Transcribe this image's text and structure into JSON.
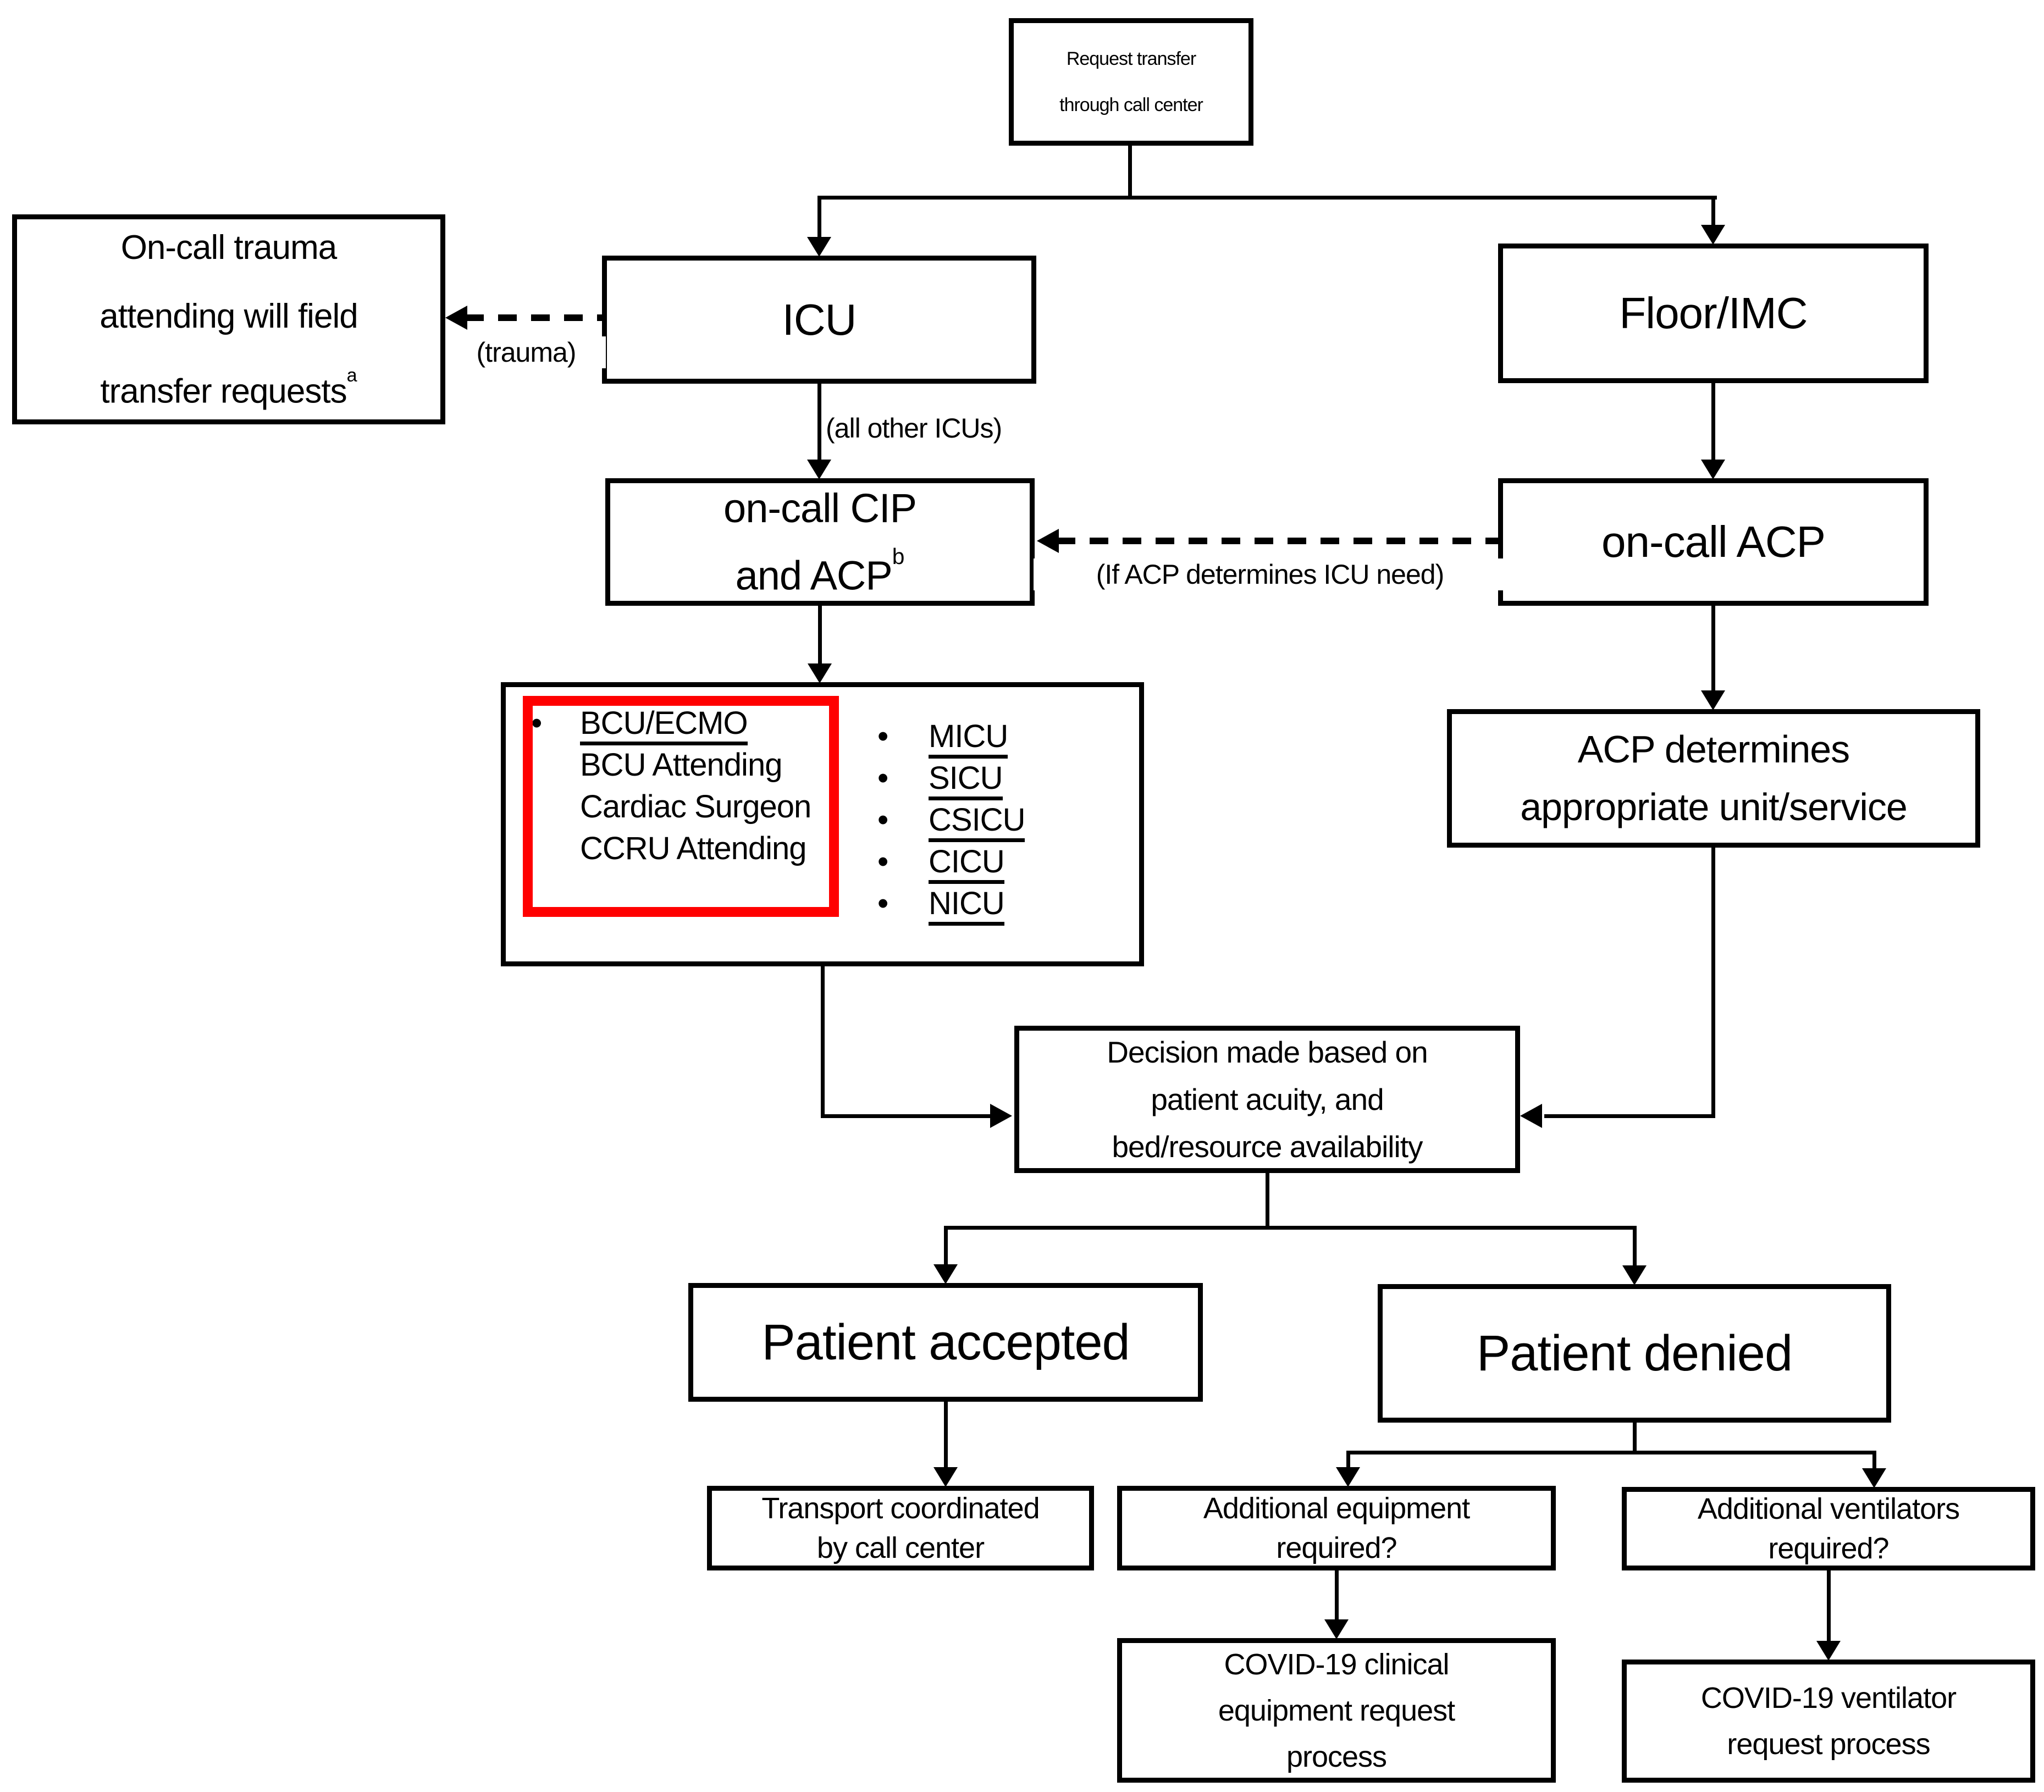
{
  "figure": {
    "type": "flowchart",
    "description": "ICU and Floor/IMC patient transfer request process"
  },
  "colors": {
    "highlight": "#ff0000",
    "line": "#000000",
    "background": "#ffffff",
    "text": "#000000"
  },
  "nodes": {
    "request": {
      "lines": [
        "Request transfer",
        "through call center"
      ]
    },
    "trauma": {
      "lines": [
        "On-call trauma",
        "attending will field",
        "transfer requests"
      ],
      "superscript": "a"
    },
    "icu": {
      "label": "ICU"
    },
    "floor": {
      "label": "Floor/IMC"
    },
    "cip": {
      "lines": [
        "on-call CIP",
        "and ACP"
      ],
      "superscript": "b"
    },
    "acp": {
      "label": "on-call ACP"
    },
    "unit_list": {
      "bullet": "•",
      "highlighted": {
        "first_item": "BCU/ECMO",
        "sub_items": [
          "BCU Attending",
          "Cardiac Surgeon",
          "CCRU Attending"
        ]
      },
      "items": [
        "MICU",
        "SICU",
        "CSICU",
        "CICU",
        "NICU"
      ]
    },
    "acp_determines": {
      "lines": [
        "ACP determines",
        "appropriate unit/service"
      ]
    },
    "decision": {
      "lines": [
        "Decision made based on",
        "patient acuity, and",
        "bed/resource availability"
      ]
    },
    "accepted": {
      "label": "Patient accepted"
    },
    "denied": {
      "label": "Patient denied"
    },
    "transport": {
      "lines": [
        "Transport coordinated",
        "by call center"
      ]
    },
    "equipment_q": {
      "lines": [
        "Additional equipment",
        "required?"
      ]
    },
    "ventilators_q": {
      "lines": [
        "Additional ventilators",
        "required?"
      ]
    },
    "covid_equipment": {
      "lines": [
        "COVID-19 clinical",
        "equipment request",
        "process"
      ]
    },
    "covid_ventilator": {
      "lines": [
        "COVID-19 ventilator",
        "request process"
      ]
    }
  },
  "edge_labels": {
    "trauma": "(trauma)",
    "all_other_icus": "(all other ICUs)",
    "acp_icu_need": "(If ACP determines ICU need)"
  }
}
